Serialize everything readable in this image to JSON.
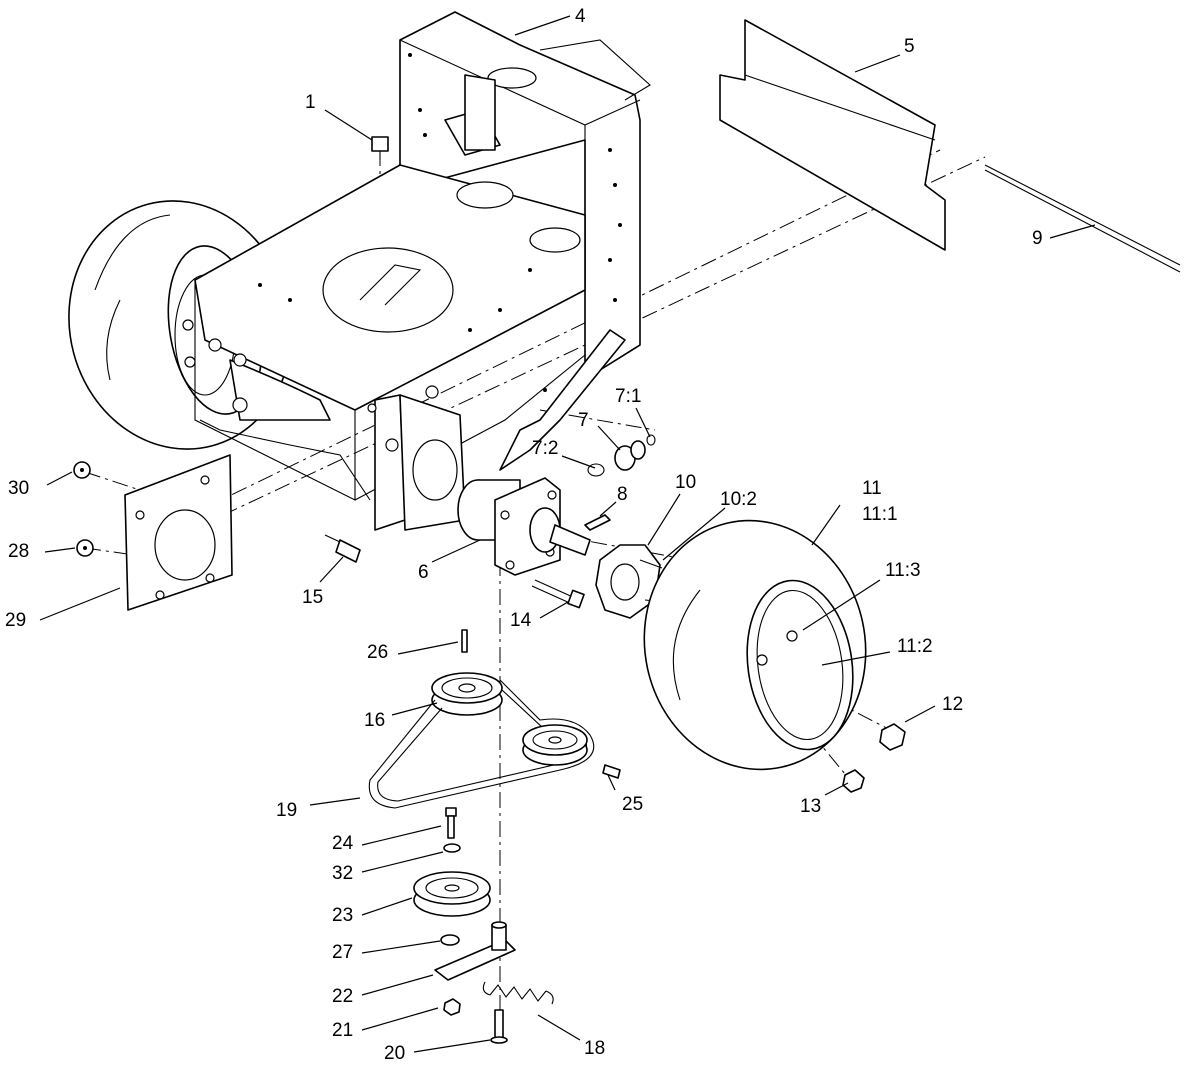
{
  "callouts": [
    {
      "id": "c1",
      "text": "1"
    },
    {
      "id": "c4",
      "text": "4"
    },
    {
      "id": "c5",
      "text": "5"
    },
    {
      "id": "c9",
      "text": "9"
    },
    {
      "id": "c7-1",
      "text": "7:1"
    },
    {
      "id": "c7",
      "text": "7"
    },
    {
      "id": "c7-2",
      "text": "7:2"
    },
    {
      "id": "c8",
      "text": "8"
    },
    {
      "id": "c10",
      "text": "10"
    },
    {
      "id": "c10-2",
      "text": "10:2"
    },
    {
      "id": "c11",
      "text": "11"
    },
    {
      "id": "c11-1",
      "text": "11:1"
    },
    {
      "id": "c11-3",
      "text": "11:3"
    },
    {
      "id": "c11-2",
      "text": "11:2"
    },
    {
      "id": "c12",
      "text": "12"
    },
    {
      "id": "c13",
      "text": "13"
    },
    {
      "id": "c30",
      "text": "30"
    },
    {
      "id": "c28",
      "text": "28"
    },
    {
      "id": "c29",
      "text": "29"
    },
    {
      "id": "c15",
      "text": "15"
    },
    {
      "id": "c6",
      "text": "6"
    },
    {
      "id": "c14",
      "text": "14"
    },
    {
      "id": "c26",
      "text": "26"
    },
    {
      "id": "c16",
      "text": "16"
    },
    {
      "id": "c19",
      "text": "19"
    },
    {
      "id": "c25",
      "text": "25"
    },
    {
      "id": "c24",
      "text": "24"
    },
    {
      "id": "c32",
      "text": "32"
    },
    {
      "id": "c23",
      "text": "23"
    },
    {
      "id": "c27",
      "text": "27"
    },
    {
      "id": "c22",
      "text": "22"
    },
    {
      "id": "c21",
      "text": "21"
    },
    {
      "id": "c20",
      "text": "20"
    },
    {
      "id": "c18",
      "text": "18"
    }
  ]
}
